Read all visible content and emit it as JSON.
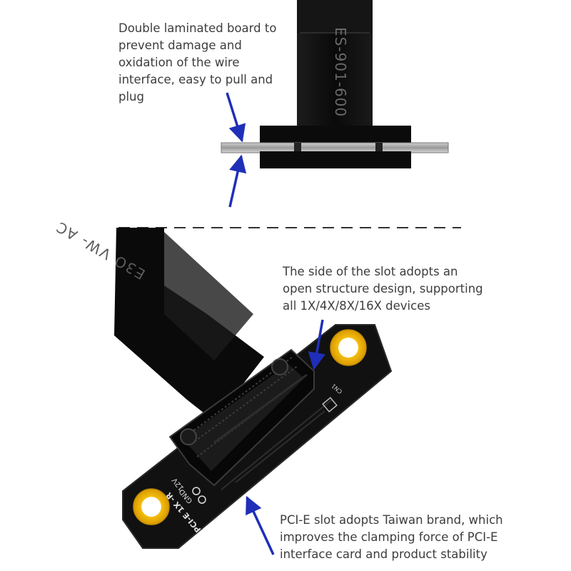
{
  "captions": {
    "board": "Double laminated board to\nprevent damage and\noxidation of the wire\ninterface, easy to pull and\nplug",
    "slot_side": "The side of the slot adopts an\nopen structure design, supporting\n all 1X/4X/8X/16X devices",
    "pcie_slot": "PCI-E slot adopts Taiwan brand, which\nimproves the clamping force of PCI-E\ninterface card and product stability"
  },
  "cable_print_top": "ES-901-600",
  "cable_print_bottom": "E3O VW- AC",
  "silkscreen": {
    "label_12v": "12V",
    "label_gnd": "GND",
    "model": "PCI-E 1X -R",
    "connector": "CN1"
  },
  "colors": {
    "arrow": "#1f2fb8",
    "board": "#121212",
    "cable": "#0c0c0c",
    "mount_pad": "#f2b400",
    "dash_line": "#333333"
  }
}
